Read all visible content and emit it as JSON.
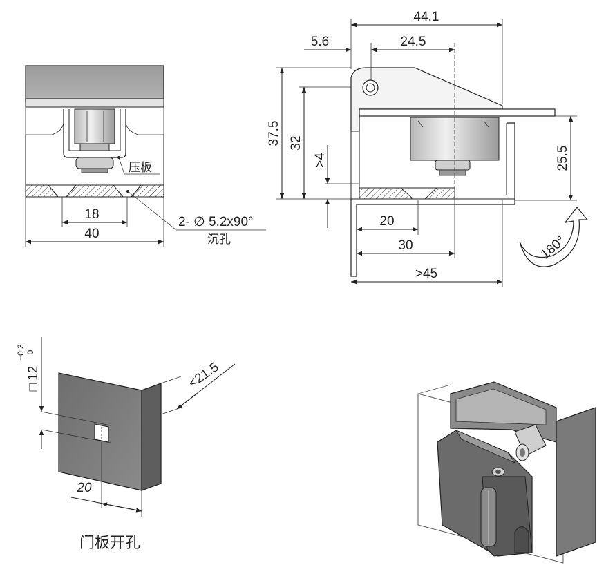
{
  "front_view": {
    "dim_width_total": "40",
    "dim_hole_spacing": "18",
    "label_pressure_plate": "压板",
    "callout_holes_line1": "2- ∅ 5.2x90°",
    "callout_holes_line2": "沉孔"
  },
  "side_view": {
    "dim_top_total": "44.1",
    "dim_top_left": "5.6",
    "dim_top_mid": "24.5",
    "dim_height_total": "37.5",
    "dim_height_inner": "32",
    "dim_gap": ">4",
    "dim_right_height": "25.5",
    "dim_bottom_20": "20",
    "dim_bottom_30": "30",
    "dim_bottom_45": ">45",
    "rotation_label": "180°"
  },
  "door_cutout": {
    "square_symbol": "□",
    "square_size": "12",
    "tol_upper": "+0.3",
    "tol_lower": "0",
    "dim_offset": "20",
    "dim_angle": "<21.5",
    "caption": "门板开孔"
  },
  "colors": {
    "line": "#222222",
    "metal_dark": "#7a7a7a",
    "metal_light": "#d8d8d8",
    "plate": "#aaaaaa"
  }
}
